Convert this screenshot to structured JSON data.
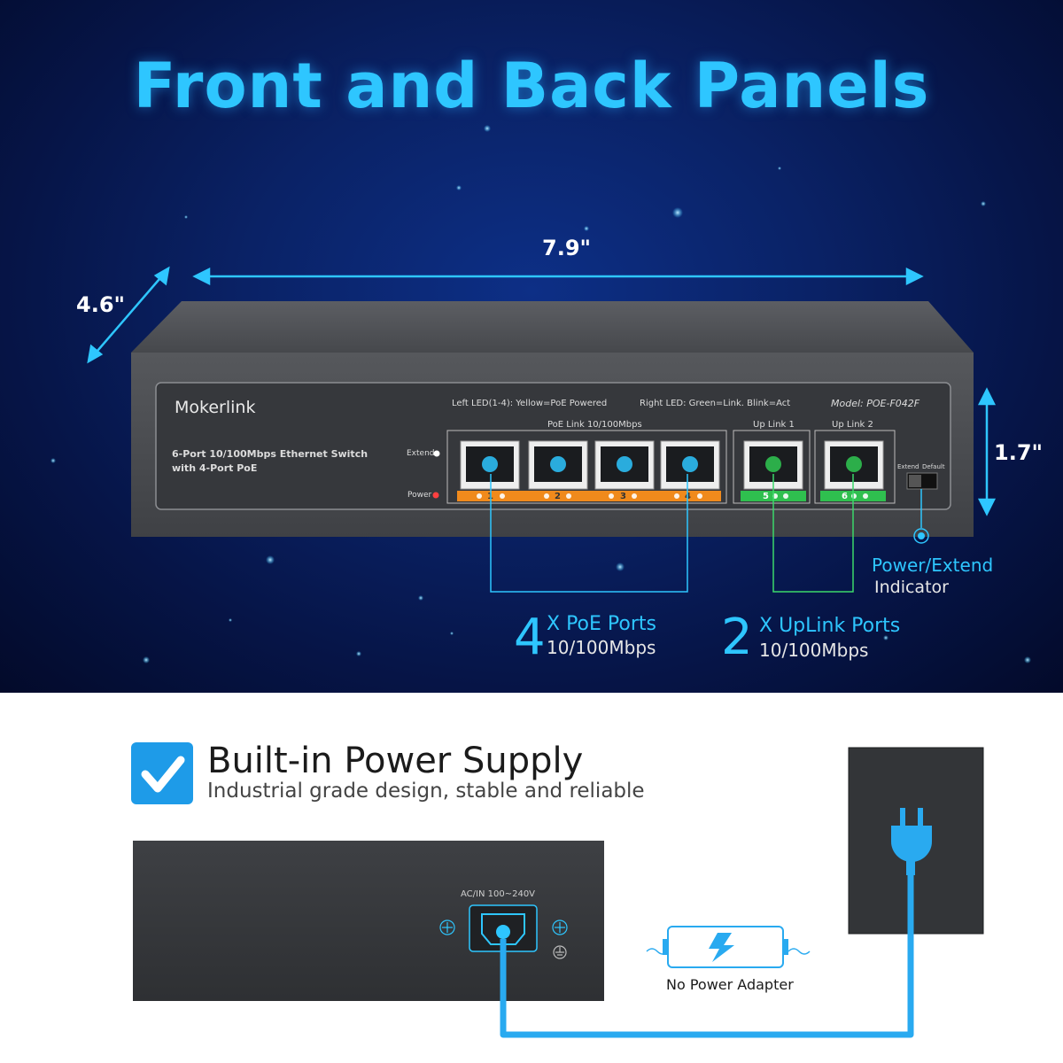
{
  "title": "Front and Back Panels",
  "dimensions": {
    "width": "7.9\"",
    "depth": "4.6\"",
    "height": "1.7\""
  },
  "front_panel": {
    "brand": "Mokerlink",
    "led_left": "Left LED(1-4): Yellow=PoE Powered",
    "led_right": "Right LED: Green=Link. Blink=Act",
    "model": "Model: POE-F042F",
    "poe_group_label": "PoE  Link 10/100Mbps",
    "uplink1_label": "Up Link 1",
    "uplink2_label": "Up Link 2",
    "description_line1": "6-Port 10/100Mbps Ethernet Switch",
    "description_line2": "with 4-Port PoE",
    "extend_led_label": "Extend",
    "power_led_label": "Power",
    "switch_extend": "Extend",
    "switch_default": "Default",
    "port_numbers": [
      "1",
      "2",
      "3",
      "4",
      "5",
      "6"
    ]
  },
  "callouts": {
    "power_extend_line1": "Power/Extend",
    "power_extend_line2": "Indicator",
    "poe_count": "4",
    "poe_title": "X PoE Ports",
    "poe_speed": "10/100Mbps",
    "uplink_count": "2",
    "uplink_title": "X UpLink Ports",
    "uplink_speed": "10/100Mbps"
  },
  "power_supply": {
    "title": "Built-in Power Supply",
    "subtitle": "Industrial grade design, stable and reliable",
    "ac_label": "AC/IN 100~240V",
    "adapter_label": "No Power Adapter"
  },
  "colors": {
    "accent_blue": "#2ec6ff",
    "poe_orange": "#f08a1c",
    "uplink_green": "#2fbf4f",
    "switch_body": "#4a4c50",
    "check_blue": "#1e9be8"
  }
}
